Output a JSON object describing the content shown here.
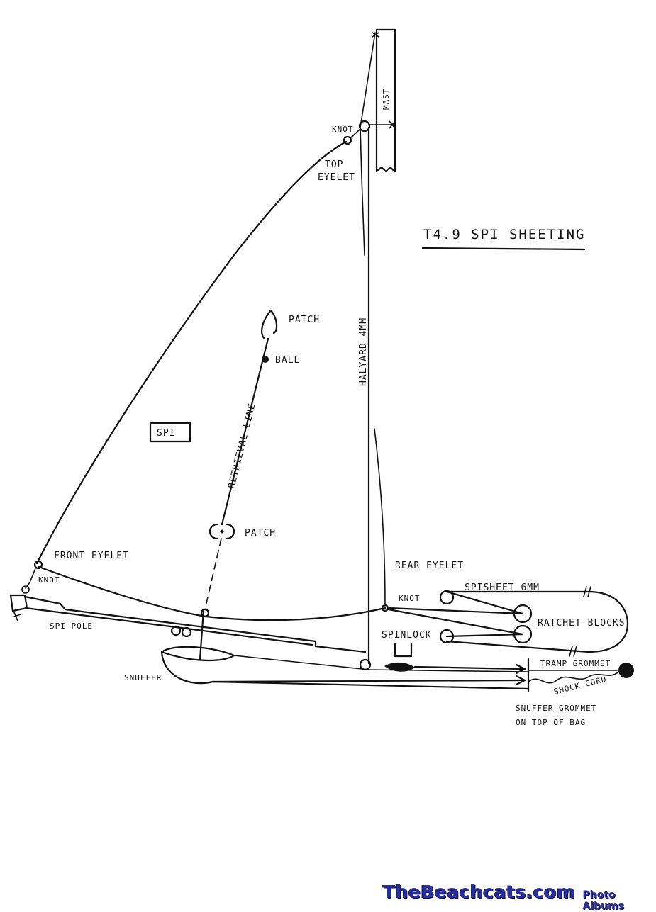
{
  "title": "T4.9 SPI SHEETING",
  "labels": {
    "mast": "MAST",
    "knot_top": "KNOT",
    "top_eyelet_1": "TOP",
    "top_eyelet_2": "EYELET",
    "halyard": "HALYARD 4MM",
    "patch_top": "PATCH",
    "ball": "BALL",
    "spi": "SPI",
    "retrieval_line": "RETRIEVAL LINE",
    "patch_bottom": "PATCH",
    "front_eyelet": "FRONT EYELET",
    "knot_front": "KNOT",
    "spi_pole": "SPI POLE",
    "rear_eyelet": "REAR EYELET",
    "knot_rear": "KNOT",
    "spisheet": "SPISHEET 6MM",
    "ratchet_blocks": "RATCHET BLOCKS",
    "spinlock": "SPINLOCK",
    "tramp_grommet": "TRAMP GROMMET",
    "shock_cord": "SHOCK CORD",
    "snuffer": "SNUFFER",
    "snuffer_grommet_1": "SNUFFER GROMMET",
    "snuffer_grommet_2": "ON TOP OF BAG"
  },
  "footer": {
    "brand": "TheBeachcats.com",
    "sub": "Photo Albums"
  }
}
